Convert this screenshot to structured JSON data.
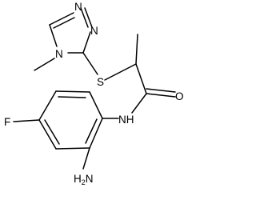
{
  "molecule": {
    "atom_labels": {
      "triazole_n_top": "N",
      "triazole_n_right": "N",
      "triazole_n_methyl": "N",
      "thioether_s": "S",
      "carbonyl_o": "O",
      "amide_nh": "NH",
      "fluoro": "F",
      "amino_h2": "H",
      "amino_h2_sub": "2",
      "amino_n": "N"
    }
  }
}
